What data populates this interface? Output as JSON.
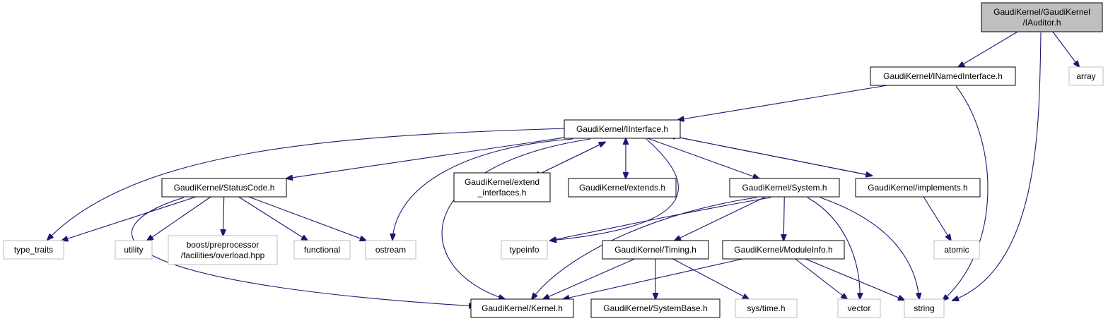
{
  "colors": {
    "edge": "#191970",
    "root_fill": "#bfbfbf",
    "node_border": "#000000",
    "external_border": "#bfbfbf",
    "background": "#ffffff"
  },
  "nodes": {
    "iauditor": {
      "lines": [
        "GaudiKernel/GaudiKernel",
        "/IAuditor.h"
      ],
      "kind": "root"
    },
    "inamedinterface": {
      "lines": [
        "GaudiKernel/INamedInterface.h"
      ],
      "kind": "local"
    },
    "array": {
      "lines": [
        "array"
      ],
      "kind": "external"
    },
    "iinterface": {
      "lines": [
        "GaudiKernel/IInterface.h"
      ],
      "kind": "local"
    },
    "statuscode": {
      "lines": [
        "GaudiKernel/StatusCode.h"
      ],
      "kind": "local"
    },
    "extend_interfaces": {
      "lines": [
        "GaudiKernel/extend",
        "_interfaces.h"
      ],
      "kind": "local"
    },
    "extends": {
      "lines": [
        "GaudiKernel/extends.h"
      ],
      "kind": "local"
    },
    "system": {
      "lines": [
        "GaudiKernel/System.h"
      ],
      "kind": "local"
    },
    "implements": {
      "lines": [
        "GaudiKernel/implements.h"
      ],
      "kind": "local"
    },
    "type_traits": {
      "lines": [
        "type_traits"
      ],
      "kind": "external"
    },
    "utility": {
      "lines": [
        "utility"
      ],
      "kind": "external"
    },
    "overload": {
      "lines": [
        "boost/preprocessor",
        "/facilities/overload.hpp"
      ],
      "kind": "external"
    },
    "functional": {
      "lines": [
        "functional"
      ],
      "kind": "external"
    },
    "ostream": {
      "lines": [
        "ostream"
      ],
      "kind": "external"
    },
    "typeinfo": {
      "lines": [
        "typeinfo"
      ],
      "kind": "external"
    },
    "timing": {
      "lines": [
        "GaudiKernel/Timing.h"
      ],
      "kind": "local"
    },
    "moduleinfo": {
      "lines": [
        "GaudiKernel/ModuleInfo.h"
      ],
      "kind": "local"
    },
    "atomic": {
      "lines": [
        "atomic"
      ],
      "kind": "external"
    },
    "kernel": {
      "lines": [
        "GaudiKernel/Kernel.h"
      ],
      "kind": "local"
    },
    "systembase": {
      "lines": [
        "GaudiKernel/SystemBase.h"
      ],
      "kind": "local"
    },
    "systime": {
      "lines": [
        "sys/time.h"
      ],
      "kind": "external"
    },
    "vector": {
      "lines": [
        "vector"
      ],
      "kind": "external"
    },
    "string": {
      "lines": [
        "string"
      ],
      "kind": "external"
    }
  },
  "edges": [
    [
      "iauditor",
      "inamedinterface"
    ],
    [
      "iauditor",
      "array"
    ],
    [
      "iauditor",
      "string"
    ],
    [
      "inamedinterface",
      "iinterface"
    ],
    [
      "inamedinterface",
      "string"
    ],
    [
      "iinterface",
      "statuscode"
    ],
    [
      "iinterface",
      "extend_interfaces"
    ],
    [
      "iinterface",
      "extends"
    ],
    [
      "iinterface",
      "system"
    ],
    [
      "iinterface",
      "implements"
    ],
    [
      "iinterface",
      "type_traits"
    ],
    [
      "iinterface",
      "ostream"
    ],
    [
      "iinterface",
      "typeinfo"
    ],
    [
      "iinterface",
      "kernel"
    ],
    [
      "extend_interfaces",
      "iinterface"
    ],
    [
      "extends",
      "iinterface"
    ],
    [
      "implements",
      "iinterface"
    ],
    [
      "statuscode",
      "type_traits"
    ],
    [
      "statuscode",
      "utility"
    ],
    [
      "statuscode",
      "overload"
    ],
    [
      "statuscode",
      "functional"
    ],
    [
      "statuscode",
      "ostream"
    ],
    [
      "statuscode",
      "kernel"
    ],
    [
      "system",
      "typeinfo"
    ],
    [
      "system",
      "kernel"
    ],
    [
      "system",
      "timing"
    ],
    [
      "system",
      "moduleinfo"
    ],
    [
      "system",
      "vector"
    ],
    [
      "system",
      "string"
    ],
    [
      "implements",
      "atomic"
    ],
    [
      "timing",
      "kernel"
    ],
    [
      "timing",
      "systembase"
    ],
    [
      "timing",
      "systime"
    ],
    [
      "moduleinfo",
      "kernel"
    ],
    [
      "moduleinfo",
      "vector"
    ],
    [
      "moduleinfo",
      "string"
    ]
  ]
}
